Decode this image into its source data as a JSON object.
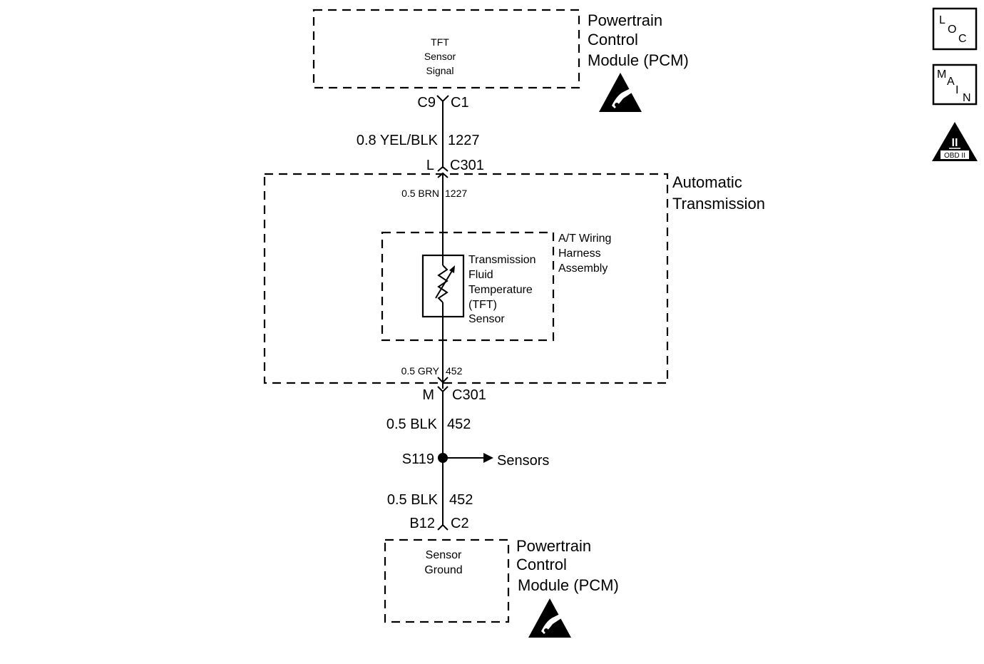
{
  "pcm_top": {
    "signal_lines": [
      "TFT",
      "Sensor",
      "Signal"
    ],
    "label_lines": [
      "Powertrain",
      "Control",
      "Module (PCM)"
    ],
    "pin": "C9",
    "connector": "C1"
  },
  "wire_top": {
    "gauge_color": "0.8 YEL/BLK",
    "circuit": "1227"
  },
  "connector_c301_top": {
    "pin": "L",
    "connector": "C301"
  },
  "transmission": {
    "label_lines": [
      "Automatic",
      "Transmission"
    ]
  },
  "wire_inner_top": {
    "gauge_color": "0.5 BRN",
    "circuit": "1227"
  },
  "harness": {
    "label_lines": [
      "A/T Wiring",
      "Harness",
      "Assembly"
    ]
  },
  "sensor": {
    "label_lines": [
      "Transmission",
      "Fluid",
      "Temperature",
      "(TFT)",
      "Sensor"
    ]
  },
  "wire_inner_bottom": {
    "gauge_color": "0.5 GRY",
    "circuit": "452"
  },
  "connector_c301_bottom": {
    "pin": "M",
    "connector": "C301"
  },
  "wire_mid": {
    "gauge_color": "0.5 BLK",
    "circuit": "452"
  },
  "splice": {
    "id": "S119",
    "branch_label": "Sensors"
  },
  "wire_bottom": {
    "gauge_color": "0.5 BLK",
    "circuit": "452"
  },
  "pcm_bottom_connector": {
    "pin": "B12",
    "connector": "C2"
  },
  "pcm_bottom": {
    "signal_lines": [
      "Sensor",
      "Ground"
    ],
    "label_lines": [
      "Powertrain",
      "Control",
      "Module (PCM)"
    ]
  },
  "side_icons": {
    "loc": [
      "L",
      "O",
      "C"
    ],
    "main": [
      "M",
      "A",
      "I",
      "N"
    ],
    "obd": {
      "numeral": "II",
      "text": "OBD II"
    }
  },
  "icon_names": [
    "esd-warning-icon",
    "loc-icon",
    "main-icon",
    "obd-ii-icon"
  ]
}
